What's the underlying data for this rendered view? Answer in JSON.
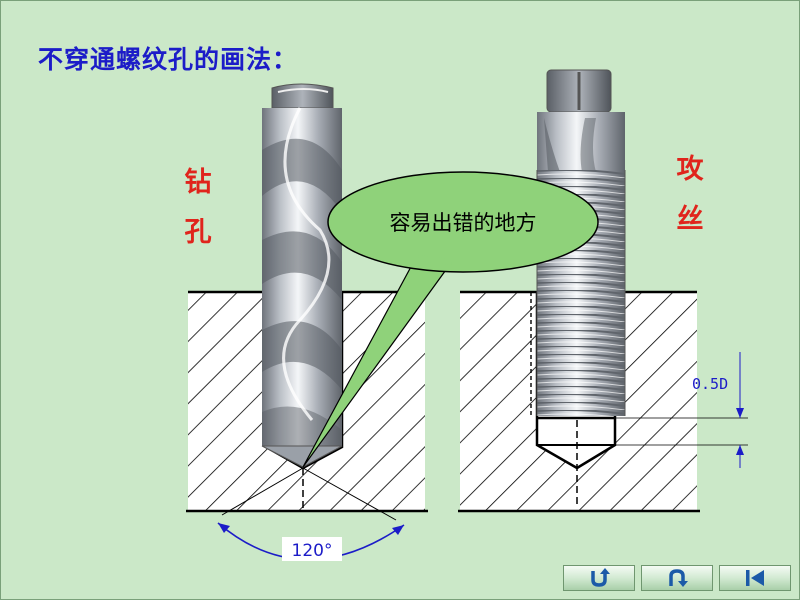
{
  "slide": {
    "title": "不穿通螺纹孔的画法：",
    "drilling_label": "钻孔",
    "tapping_label": "攻丝",
    "callout_text": "容易出错的地方",
    "angle_label": "120°",
    "depth_label": "0.5D"
  },
  "colors": {
    "background": "#cbe8c8",
    "title": "#1c1cc8",
    "labels": "#e0241c",
    "callout_fill": "#8fd27a",
    "hatch": "#000000"
  },
  "navigation": {
    "buttons": [
      {
        "icon": "u-turn-icon"
      },
      {
        "icon": "return-back-icon"
      },
      {
        "icon": "skip-to-start-icon"
      }
    ]
  }
}
